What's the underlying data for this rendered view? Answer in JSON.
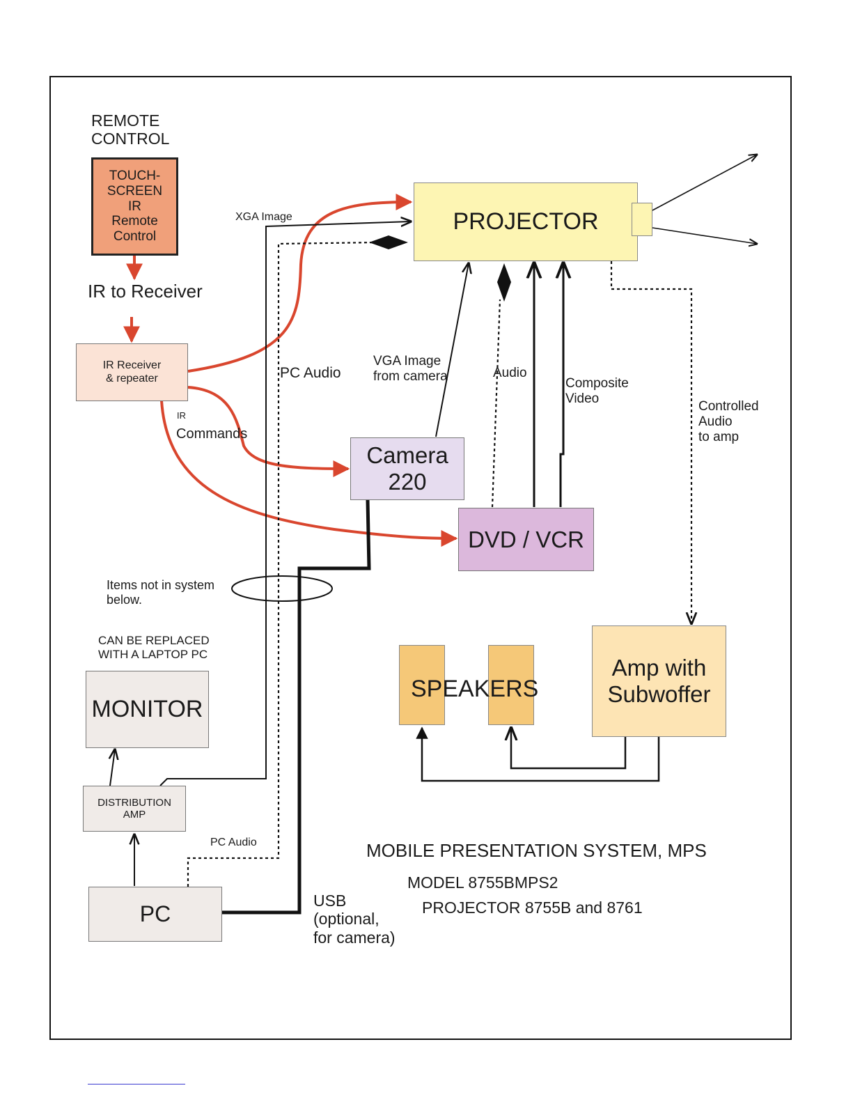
{
  "colors": {
    "red_arrow": "#d9462e",
    "remote_box": "#f0a07a",
    "receiver_box": "#fbe3d6",
    "projector_box": "#fdf5b3",
    "camera_box": "#e6dcef",
    "dvd_box": "#dcb8dc",
    "speaker_box": "#f5c878",
    "amp_box": "#fde4b4",
    "gray_box": "#f0ebe8"
  },
  "labels": {
    "remote_heading": "REMOTE\nCONTROL",
    "ir_to_receiver": "IR to Receiver",
    "xga_image": "XGA Image",
    "pc_audio_top": "PC Audio",
    "vga_image": "VGA Image\nfrom camera",
    "audio": "Audio",
    "composite_video": "Composite\nVideo",
    "controlled_audio": "Controlled\nAudio\n to amp",
    "ir_small": "IR",
    "commands": "Commands",
    "items_not_in_system": "Items not in system\nbelow.",
    "can_be_replaced": "CAN BE REPLACED\n WITH A LAPTOP  PC",
    "pc_audio_bottom": "PC Audio",
    "usb": "USB\n(optional,\nfor camera)"
  },
  "boxes": {
    "touchscreen": "TOUCH-\nSCREEN\nIR\nRemote\nControl",
    "ir_receiver": "IR Receiver\n& repeater",
    "projector": "PROJECTOR",
    "camera": "Camera\n220",
    "dvd_vcr": "DVD / VCR",
    "monitor": "MONITOR",
    "distribution_amp": "DISTRIBUTION\nAMP",
    "pc": "PC",
    "speakers": "SPEAKERS",
    "amp": "Amp  with\nSubwoffer"
  },
  "titles": {
    "main": "MOBILE PRESENTATION SYSTEM, MPS",
    "model": "MODEL  8755BMPS2",
    "projector_models": "PROJECTOR   8755B  and 8761"
  }
}
